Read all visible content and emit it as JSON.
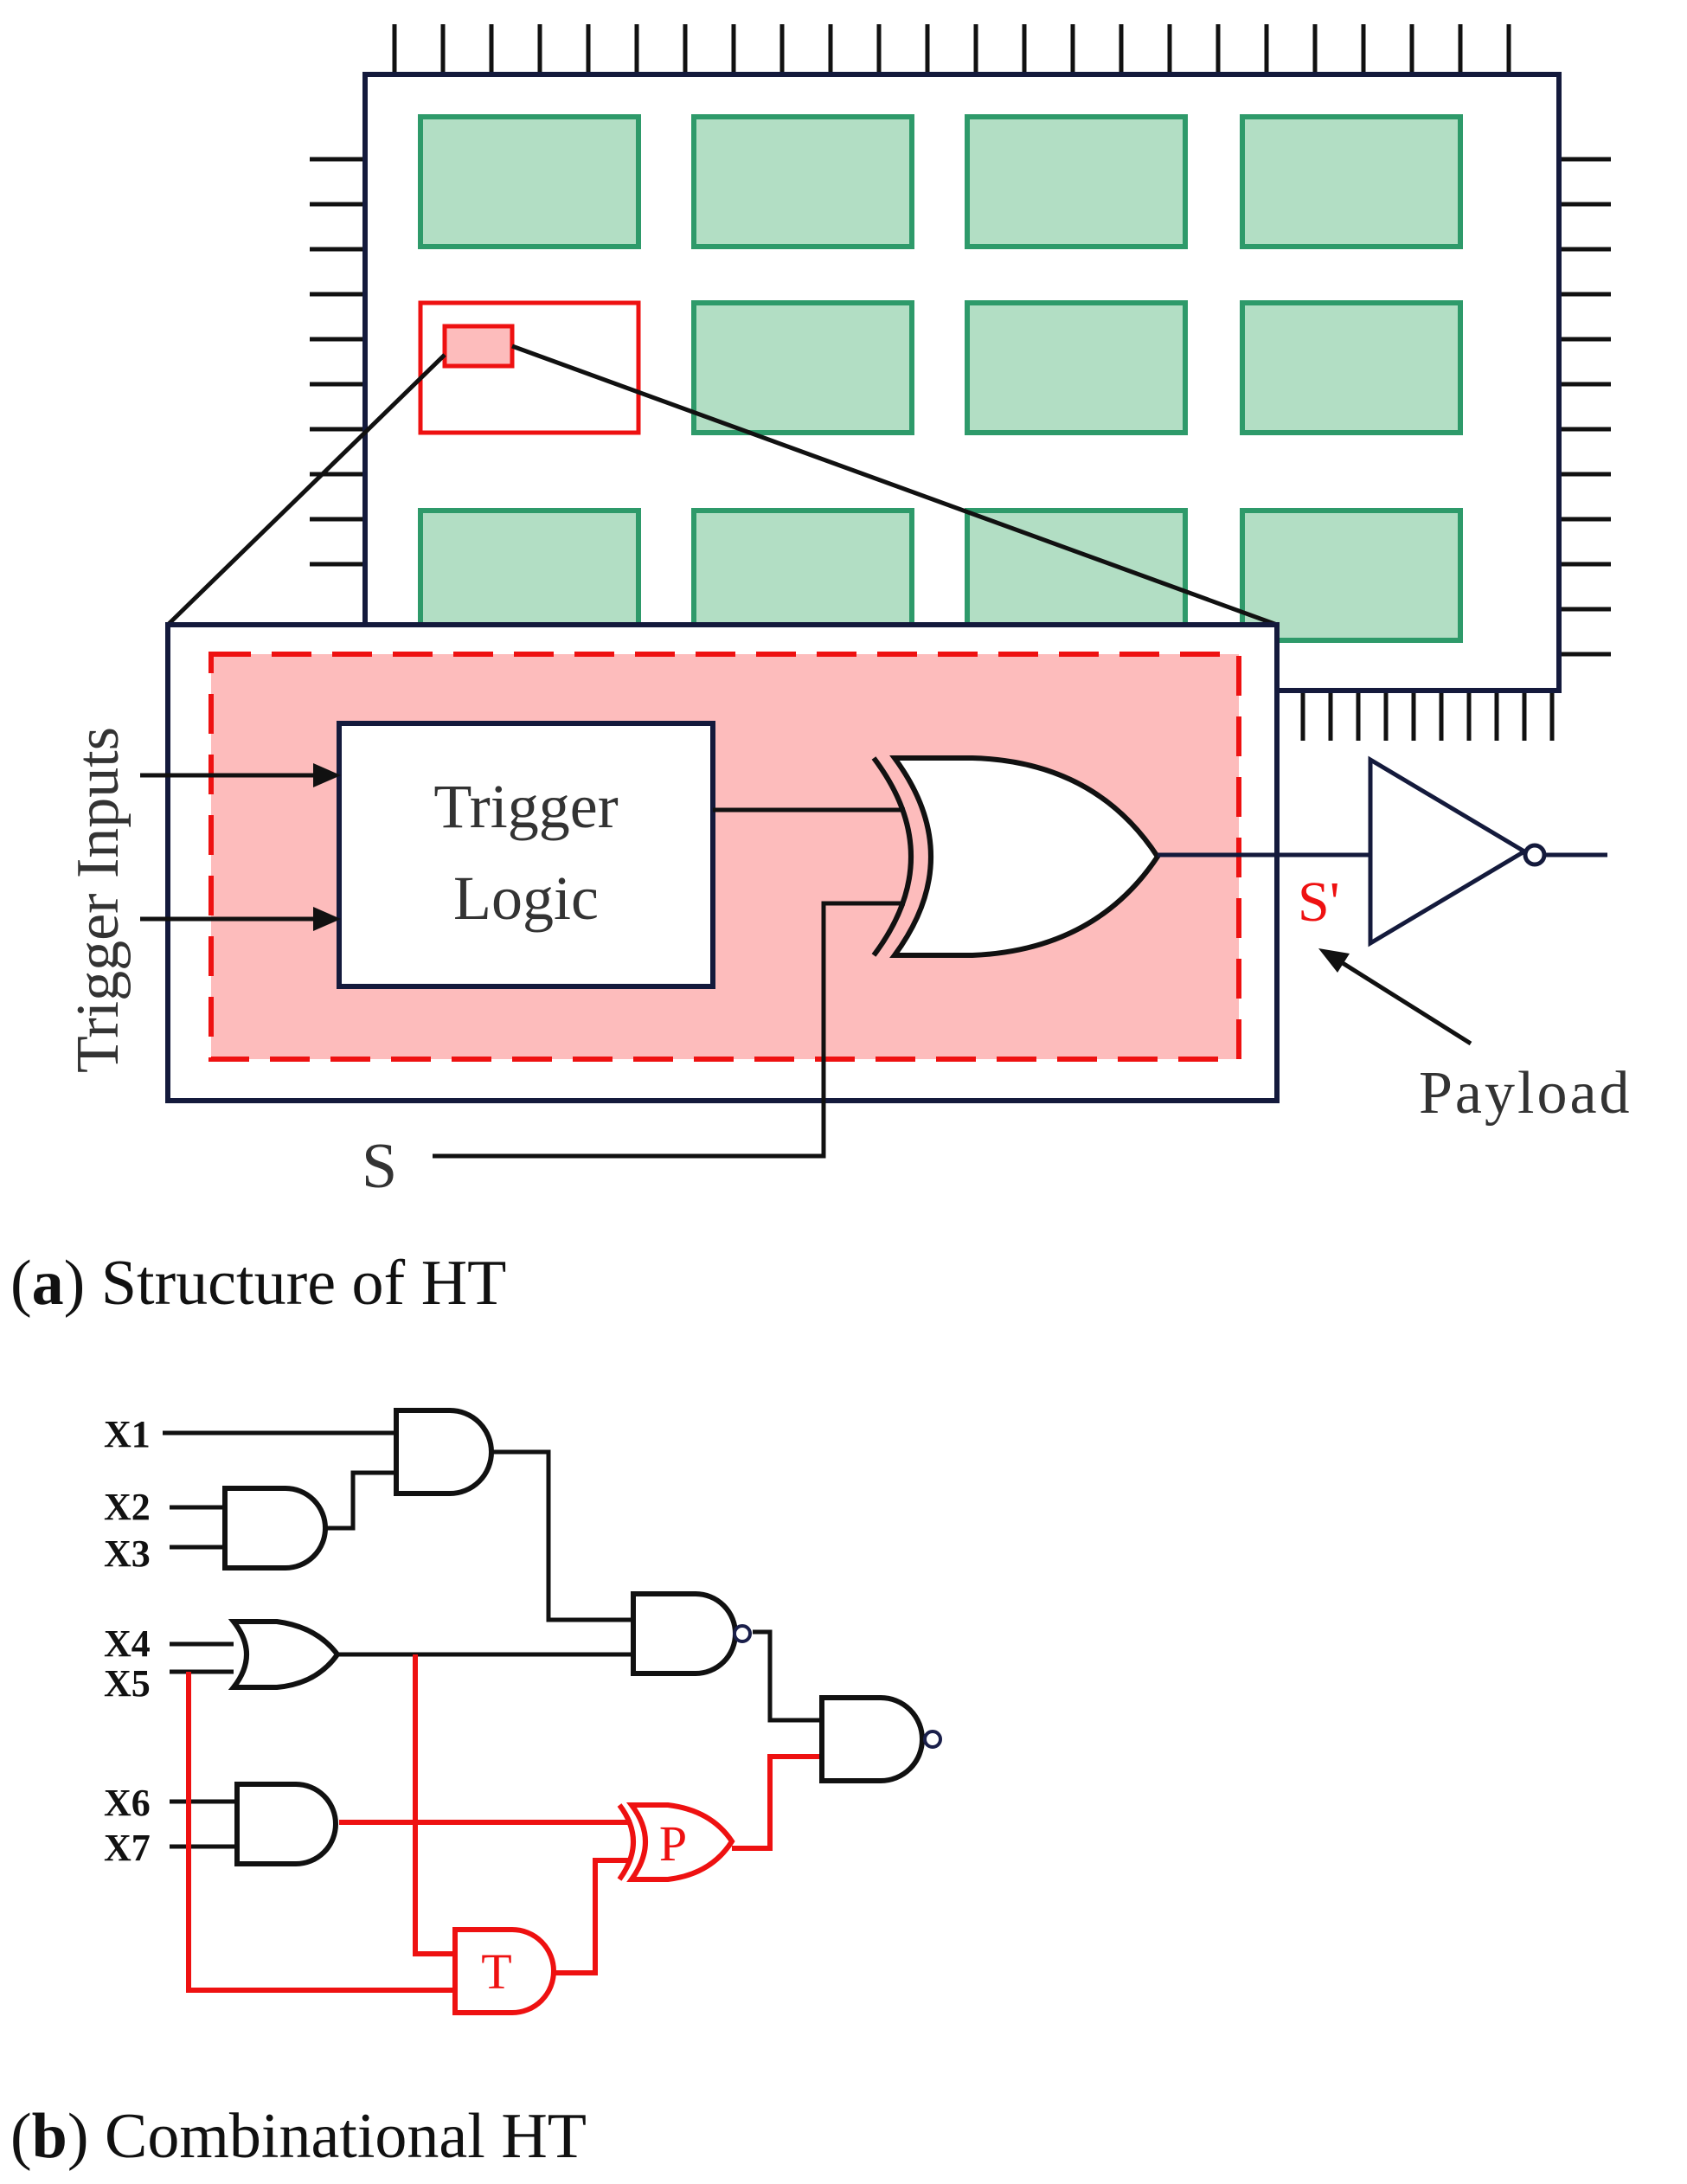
{
  "colors": {
    "chip_border": "#141a3c",
    "block_fill": "#b2dec4",
    "block_border": "#2e9a6a",
    "trojan_red": "#ee1111",
    "trojan_fill": "#fdbcbc",
    "wire": "#111111",
    "bubble": "#1a1f4a"
  },
  "icons": {
    "xor_gate": "xor-gate-icon",
    "not_gate": "inverter-icon",
    "and_gate": "and-gate-icon",
    "nand_gate": "nand-gate-icon",
    "or_gate": "or-gate-icon"
  },
  "figure_a": {
    "trigger_logic_line1": "Trigger",
    "trigger_logic_line2": "Logic",
    "trigger_inputs_label": "Trigger Inputs",
    "s_label": "S",
    "s_prime_label": "S'",
    "payload_label": "Payload",
    "caption_letter": "a",
    "caption_text": "Structure of HT"
  },
  "figure_b": {
    "inputs": [
      "X1",
      "X2",
      "X3",
      "X4",
      "X5",
      "X6",
      "X7"
    ],
    "payload_gate_label": "P",
    "trigger_gate_label": "T",
    "caption_letter": "b",
    "caption_text": "Combinational HT"
  }
}
